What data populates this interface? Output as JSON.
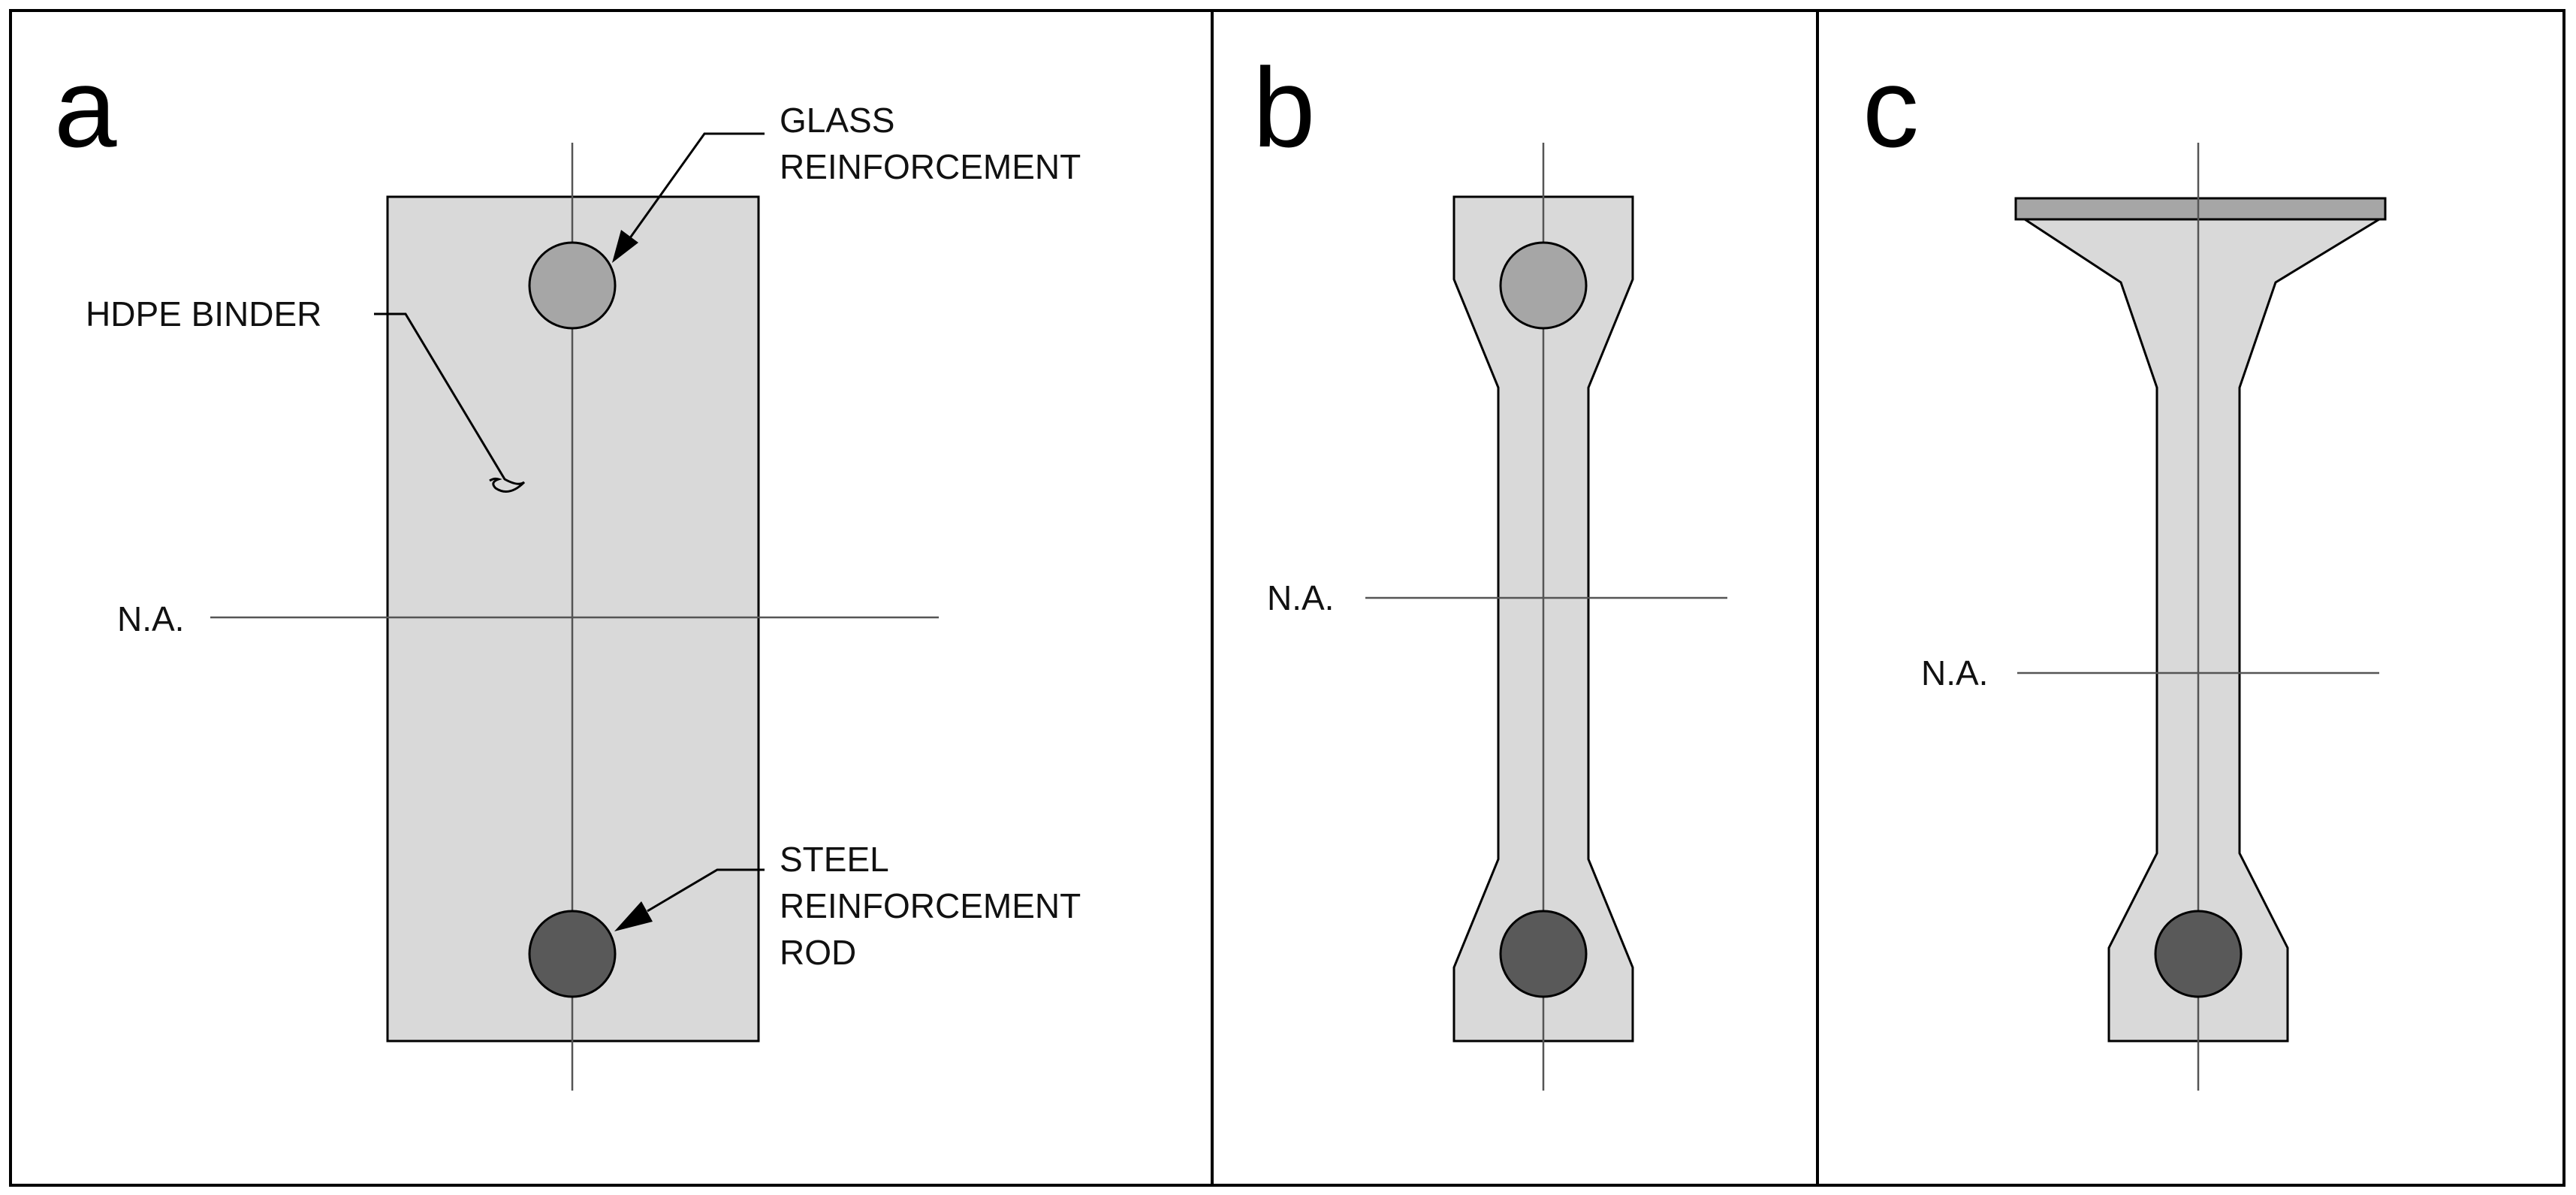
{
  "panels": {
    "a": {
      "letter": "a"
    },
    "b": {
      "letter": "b"
    },
    "c": {
      "letter": "c"
    }
  },
  "labels": {
    "glass_line1": "GLASS",
    "glass_line2": "REINFORCEMENT",
    "hdpe_binder": "HDPE BINDER",
    "steel_line1": "STEEL",
    "steel_line2": "REINFORCEMENT",
    "steel_line3": "ROD",
    "neutral_axis_a": "N.A.",
    "neutral_axis_b": "N.A.",
    "neutral_axis_c": "N.A."
  },
  "colors": {
    "binder": "#d9d9d9",
    "glass_reinforcement": "#a6a6a6",
    "steel_reinforcement": "#595959",
    "flange_plate": "#a6a6a6",
    "axis_line": "#555555"
  }
}
